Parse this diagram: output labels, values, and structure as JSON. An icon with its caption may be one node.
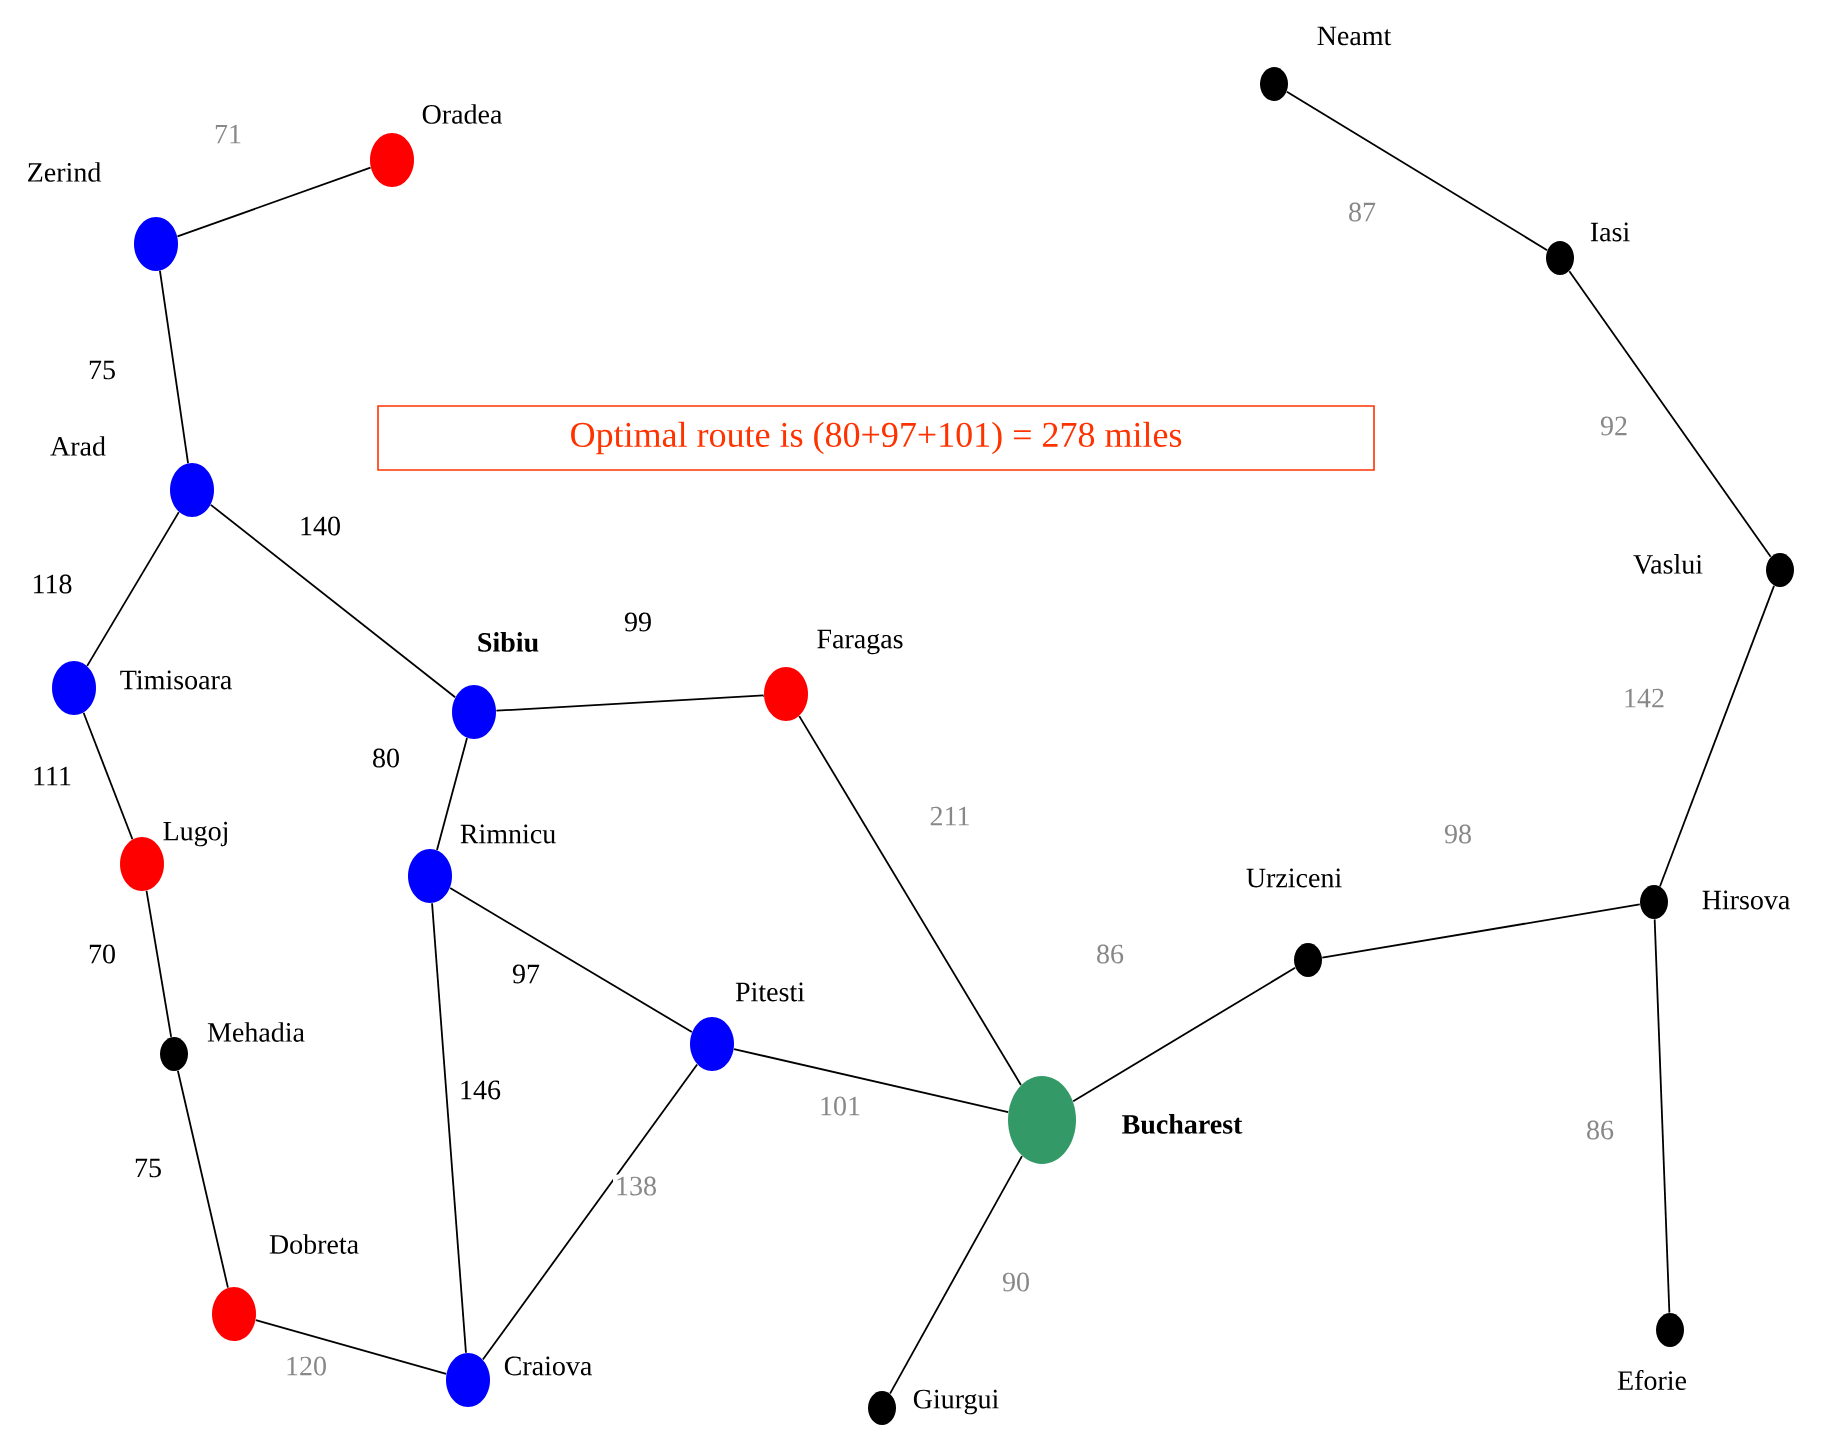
{
  "diagram": {
    "nodes": [
      {
        "text": [
          "Neamt"
        ]
      },
      {
        "text": [
          "Oradea"
        ]
      },
      {
        "text": [
          "Zerind"
        ]
      },
      {
        "text": [
          "Iasi"
        ]
      },
      {
        "text": [
          "Arad"
        ]
      },
      {
        "text": [
          "Vaslui"
        ]
      },
      {
        "text": [
          "Timisoara"
        ]
      },
      {
        "text": [
          "Sibiu"
        ]
      },
      {
        "text": [
          "Faragas"
        ]
      },
      {
        "text": [
          "Lugoj"
        ]
      },
      {
        "text": [
          "Rimnicu"
        ]
      },
      {
        "text": [
          "Hirsova"
        ]
      },
      {
        "text": [
          "Urziceni"
        ]
      },
      {
        "text": [
          "Mehadia"
        ]
      },
      {
        "text": [
          "Pitesti"
        ]
      },
      {
        "text": [
          "Bucharest"
        ]
      },
      {
        "text": [
          "Dobreta"
        ]
      },
      {
        "text": [
          "Eforie"
        ]
      },
      {
        "text": [
          "Craiova"
        ]
      },
      {
        "text": [
          "Giurgui"
        ]
      }
    ],
    "edges": [
      {
        "from": 0,
        "to": 3,
        "arrow": "none",
        "label": "87"
      },
      {
        "from": 1,
        "to": 2,
        "arrow": "none",
        "label": "71"
      },
      {
        "from": 2,
        "to": 4,
        "arrow": "none",
        "label": "75"
      },
      {
        "from": 3,
        "to": 5,
        "arrow": "none",
        "label": "92"
      },
      {
        "from": 4,
        "to": 6,
        "arrow": "none",
        "label": "118"
      },
      {
        "from": 4,
        "to": 7,
        "arrow": "none",
        "label": "140"
      },
      {
        "from": 7,
        "to": 8,
        "arrow": "none",
        "label": "99"
      },
      {
        "from": 7,
        "to": 10,
        "arrow": "none",
        "label": "80"
      },
      {
        "from": 6,
        "to": 9,
        "arrow": "none",
        "label": "111"
      },
      {
        "from": 5,
        "to": 11,
        "arrow": "none",
        "label": "142"
      },
      {
        "from": 8,
        "to": 15,
        "arrow": "none",
        "label": "211"
      },
      {
        "from": 11,
        "to": 12,
        "arrow": "none",
        "label": "98"
      },
      {
        "from": 12,
        "to": 15,
        "arrow": "none",
        "label": "86"
      },
      {
        "from": 11,
        "to": 17,
        "arrow": "none",
        "label": "86"
      },
      {
        "from": 10,
        "to": 14,
        "arrow": "none",
        "label": "97"
      },
      {
        "from": 10,
        "to": 18,
        "arrow": "none",
        "label": "146"
      },
      {
        "from": 9,
        "to": 13,
        "arrow": "none",
        "label": "70"
      },
      {
        "from": 13,
        "to": 16,
        "arrow": "none",
        "label": "75"
      },
      {
        "from": 14,
        "to": 15,
        "arrow": "none",
        "label": "101"
      },
      {
        "from": 14,
        "to": 18,
        "arrow": "none",
        "label": "138"
      },
      {
        "from": 16,
        "to": 18,
        "arrow": "none",
        "label": "120"
      },
      {
        "from": 15,
        "to": 19,
        "arrow": "none",
        "label": "90"
      }
    ],
    "labels": [
      "Optimal route is (80+97+101) = 278 miles"
    ]
  }
}
